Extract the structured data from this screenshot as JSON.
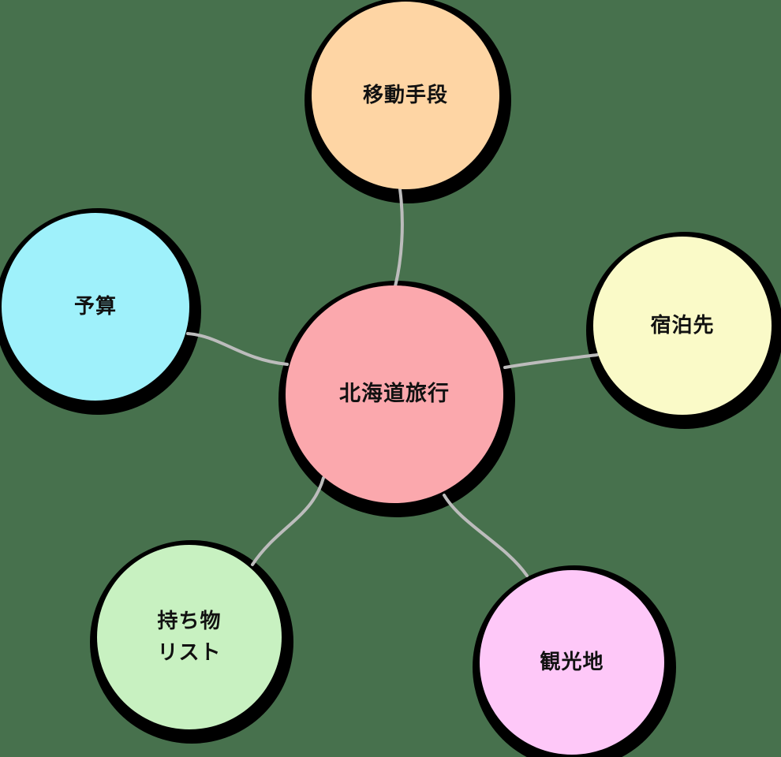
{
  "canvas": {
    "background_color": "#47714D",
    "connector_color": "#BCBCBC",
    "shadow_color": "#000000",
    "text_color": "#111111"
  },
  "diagram": {
    "type": "mindmap",
    "center_topic": "北海道旅行",
    "branch_topics": [
      "移動手段",
      "宿泊先",
      "予算",
      "持ち物リスト",
      "観光地"
    ]
  },
  "nodes": {
    "center": {
      "id": "hokkaido-trip",
      "lines": [
        "北海道旅行"
      ],
      "fill": "#FBA8AD"
    },
    "transportation": {
      "id": "transportation",
      "lines": [
        "移動手段"
      ],
      "fill": "#FED5A4"
    },
    "accommodation": {
      "id": "accommodation",
      "lines": [
        "宿泊先"
      ],
      "fill": "#FAFAC8"
    },
    "budget": {
      "id": "budget",
      "lines": [
        "予算"
      ],
      "fill": "#9FF1FB"
    },
    "packing_list": {
      "id": "packing-list",
      "lines": [
        "持ち物",
        "リスト"
      ],
      "fill": "#C8F1C1"
    },
    "sightseeing": {
      "id": "sightseeing",
      "lines": [
        "観光地"
      ],
      "fill": "#FEC8F8"
    }
  }
}
